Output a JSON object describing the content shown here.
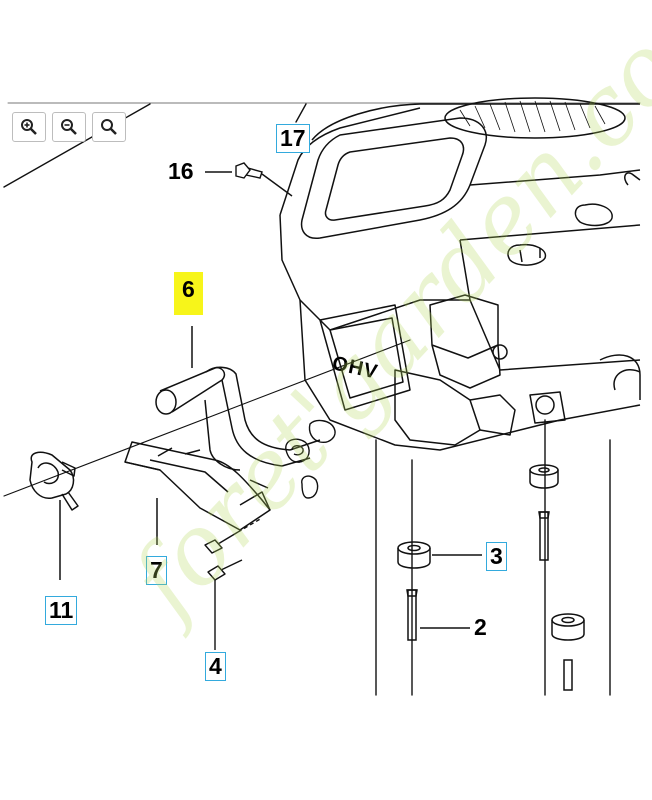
{
  "toolbar": {
    "buttons": [
      {
        "id": "zoom-in",
        "icon": "zoom-in-icon"
      },
      {
        "id": "zoom-out",
        "icon": "zoom-out-icon"
      },
      {
        "id": "zoom-reset",
        "icon": "zoom-reset-icon"
      }
    ]
  },
  "callouts": {
    "c17": "17",
    "c16": "16",
    "c6": "6",
    "c7": "7",
    "c11": "11",
    "c4": "4",
    "c3": "3",
    "c2": "2"
  },
  "engine_label": "OHV",
  "watermark": "foret'garden.com",
  "colors": {
    "callout_border": "#33aadd",
    "highlight": "#f7f51a",
    "watermark": "#b4d75a"
  }
}
